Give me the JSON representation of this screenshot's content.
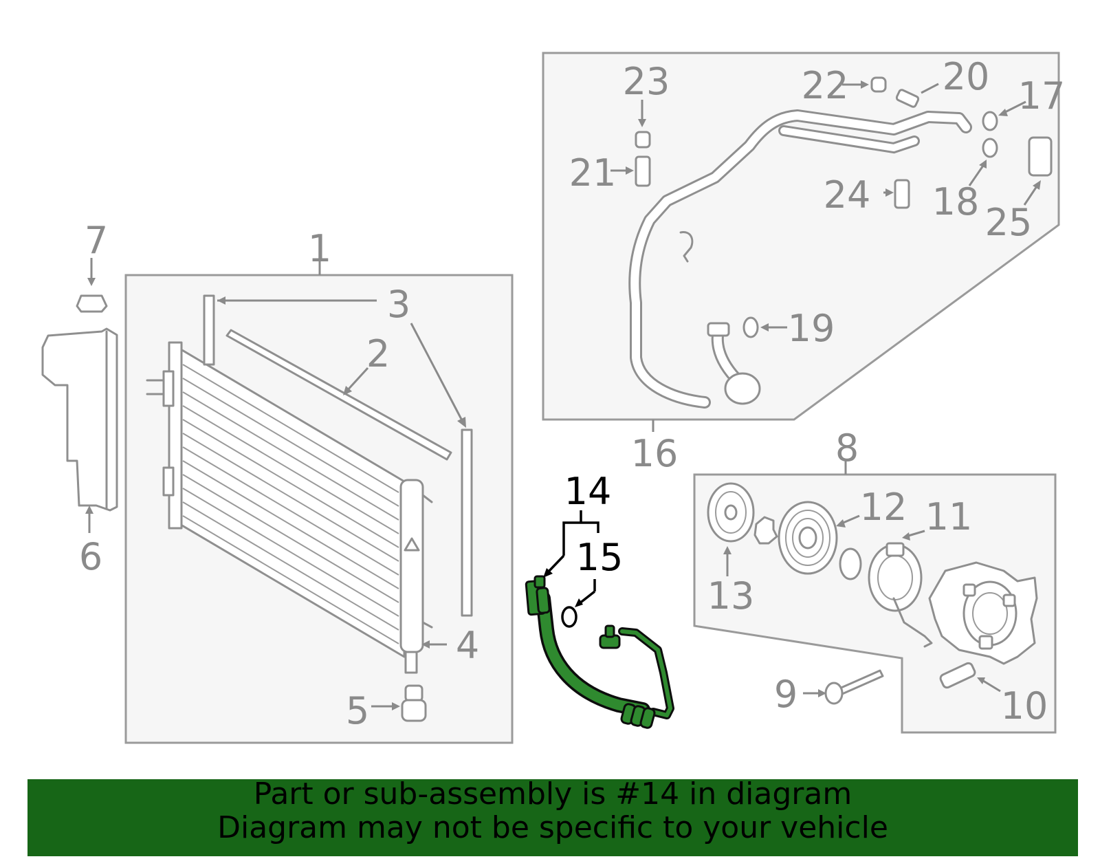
{
  "callouts": {
    "c1": "1",
    "c2": "2",
    "c3": "3",
    "c4": "4",
    "c5": "5",
    "c6": "6",
    "c7": "7",
    "c8": "8",
    "c9": "9",
    "c10": "10",
    "c11": "11",
    "c12": "12",
    "c13": "13",
    "c14": "14",
    "c15": "15",
    "c16": "16",
    "c17": "17",
    "c18": "18",
    "c19": "19",
    "c20": "20",
    "c21": "21",
    "c22": "22",
    "c23": "23",
    "c24": "24",
    "c25": "25"
  },
  "highlight_color": "#2f8a2f",
  "footer": {
    "background": "#176617",
    "line1": "Part or sub-assembly is #14 in diagram",
    "line2": "Diagram may not be specific to your vehicle"
  }
}
